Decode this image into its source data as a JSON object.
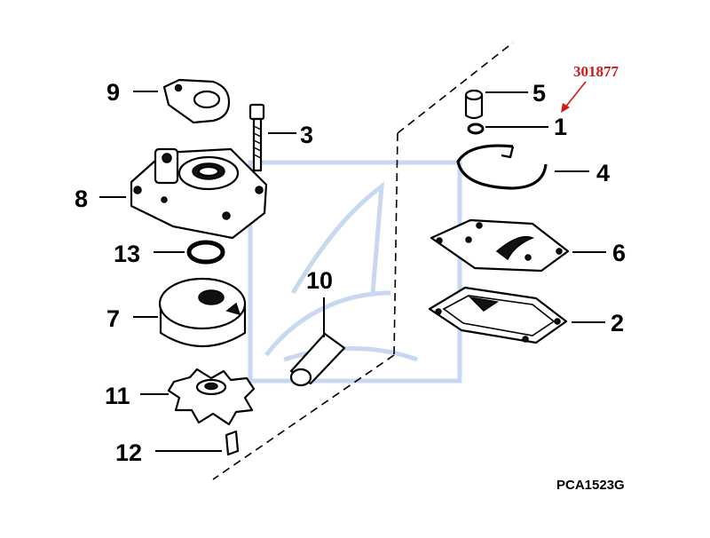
{
  "callouts": {
    "c1": "1",
    "c2": "2",
    "c3": "3",
    "c4": "4",
    "c5": "5",
    "c6": "6",
    "c7": "7",
    "c8": "8",
    "c9": "9",
    "c10": "10",
    "c11": "11",
    "c12": "12",
    "c13": "13"
  },
  "reference_number": "301877",
  "diagram_code": "PCA1523G",
  "colors": {
    "reference": "#d01818",
    "watermark": "#c8d8f0",
    "line": "#000000"
  }
}
